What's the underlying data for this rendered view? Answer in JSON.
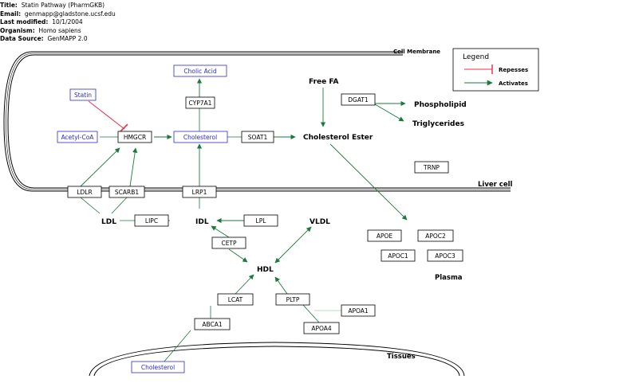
{
  "header": {
    "title_key": "Title:",
    "title": "Statin Pathway (PharmGKB)",
    "email_key": "Email:",
    "email": "genmapp@gladstone.ucsf.edu",
    "modified_key": "Last modified:",
    "modified": "10/1/2004",
    "organism_key": "Organism:",
    "organism": "Homo sapiens",
    "source_key": "Data Source:",
    "source": "GenMAPP 2.0"
  },
  "regions": {
    "cell_membrane": "Cell Membrane",
    "liver_cell": "Liver cell",
    "plasma": "Plasma",
    "tissues": "Tissues"
  },
  "legend": {
    "title": "Legend",
    "represses": "Repesses",
    "activates": "Activates",
    "represses_color": "#e8334a",
    "activates_color": "#1a7a3c"
  },
  "metabolites": {
    "cholic_acid": "Cholic Acid",
    "statin": "Statin",
    "acetyl_coa": "Acetyl-CoA",
    "cholesterol_liver": "Cholesterol",
    "cholesterol_tissue": "Cholesterol",
    "metabolite_color": "#2a2ad6"
  },
  "genes": {
    "cyp7a1": "CYP7A1",
    "hmgcr": "HMGCR",
    "soat1": "SOAT1",
    "dgat1": "DGAT1",
    "trnp": "TRNP",
    "ldlr": "LDLR",
    "scarb1": "SCARB1",
    "lrp1": "LRP1",
    "lipc": "LIPC",
    "lpl": "LPL",
    "cetp": "CETP",
    "apoe": "APOE",
    "apoc2": "APOC2",
    "apoc1": "APOC1",
    "apoc3": "APOC3",
    "lcat": "LCAT",
    "pltp": "PLTP",
    "apoa1": "APOA1",
    "abca1": "ABCA1",
    "apoa4": "APOA4"
  },
  "nodes": {
    "free_fa": "Free FA",
    "phospholipid": "Phospholipid",
    "triglycerides": "Triglycerides",
    "cholesterol_ester": "Cholesterol Ester",
    "ldl": "LDL",
    "idl": "IDL",
    "vldl": "VLDL",
    "hdl": "HDL"
  }
}
